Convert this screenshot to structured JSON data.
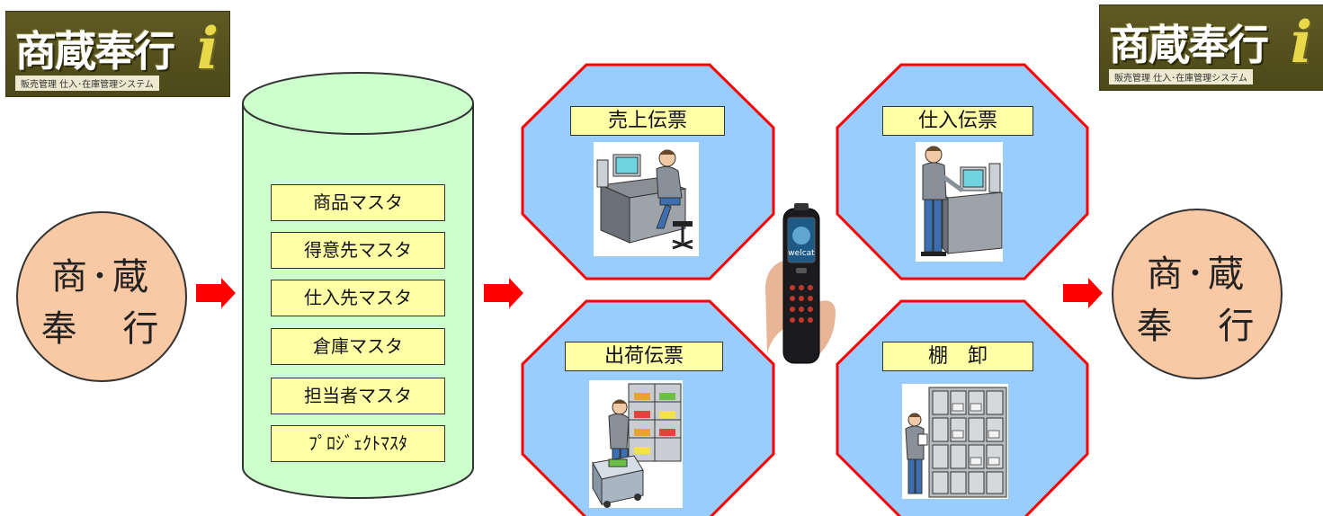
{
  "logo": {
    "text": "商蔵奉行",
    "mark": "i",
    "subtitle": "販売管理 仕入･在庫管理システム"
  },
  "left_circle": {
    "line1": "商･蔵",
    "line2": "奉 行"
  },
  "right_circle": {
    "line1": "商･蔵",
    "line2": "奉 行"
  },
  "masters": [
    "商品マスタ",
    "得意先マスタ",
    "仕入先マスタ",
    "倉庫マスタ",
    "担当者マスタ",
    "ﾌﾟﾛｼﾞｪｸﾄﾏｽﾀ"
  ],
  "slips": {
    "sales": "売上伝票",
    "purchase": "仕入伝票",
    "shipping": "出荷伝票",
    "inventory": "棚　卸"
  },
  "handheld": {
    "brand": "welcat"
  },
  "colors": {
    "octagon_fill": "#99ccff",
    "octagon_stroke": "#ff0000",
    "cylinder_fill": "#ccffcc",
    "label_fill": "#ffffa6",
    "circle_fill": "#f9c8a4",
    "arrow": "#ff0000",
    "logo_bg": "#544f1e"
  }
}
